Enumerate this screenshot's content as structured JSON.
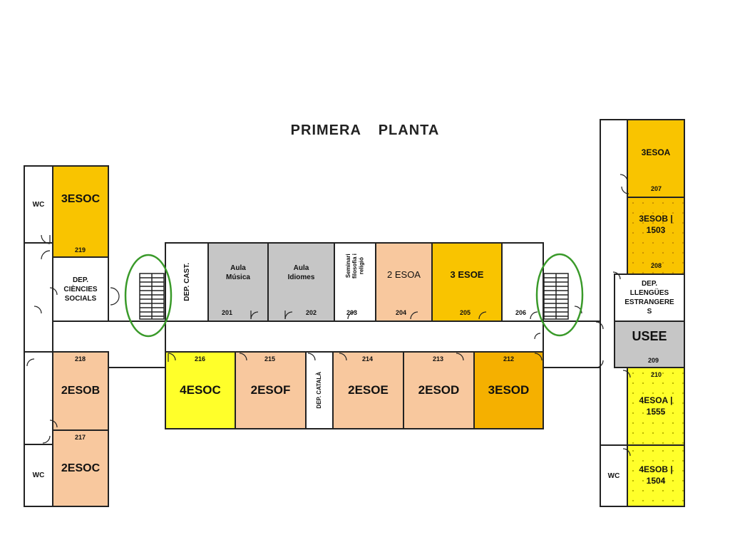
{
  "title": "PRIMERA   PLANTA",
  "rooms": {
    "wc_left_top": "WC",
    "r3esoc": "3ESOC",
    "r219": "219",
    "dep_ciencies": "DEP.\nCIÈNCIES\nSOCIALS",
    "r218": "218",
    "r2esob": "2ESOB",
    "r217": "217",
    "r2esoc": "2ESOC",
    "wc_left_bottom": "WC",
    "dep_cast": "DEP. CAST.",
    "aula_musica": "Aula\nMúsica",
    "r201": "201",
    "aula_idiomes": "Aula\nIdiomes",
    "r202": "202",
    "seminari": "Seminari\nfilosofia i\nreligió",
    "r203": "203",
    "r2esoa": "2 ESOA",
    "r204": "204",
    "r3esoe": "3 ESOE",
    "r205": "205",
    "r206": "206",
    "r216": "216",
    "r4esoc": "4ESOC",
    "r215": "215",
    "r2esof": "2ESOF",
    "dep_catala": "DEP. CATALÀ",
    "r214": "214",
    "r2esoe": "2ESOE",
    "r213": "213",
    "r2esod": "2ESOD",
    "r212": "212",
    "r3esod": "3ESOD",
    "r3esoa": "3ESOA",
    "r207": "207",
    "r3esob": "3ESOB |\n1503",
    "r208": "208",
    "dep_llengues": "DEP.\nLLENGÜES\nESTRANGERE\nS",
    "usee": "USEE",
    "r209": "209",
    "r210": "210",
    "r4esoa": "4ESOA |\n1555",
    "r4esob": "4ESOB |\n1504",
    "wc_right": "WC"
  },
  "colors": {
    "peach": "#f8c89e",
    "gold": "#f9c400",
    "orange": "#f5b000",
    "grey": "#c6c6c6",
    "yellow": "#ffff2a",
    "highlight": "#3a9a2a"
  }
}
